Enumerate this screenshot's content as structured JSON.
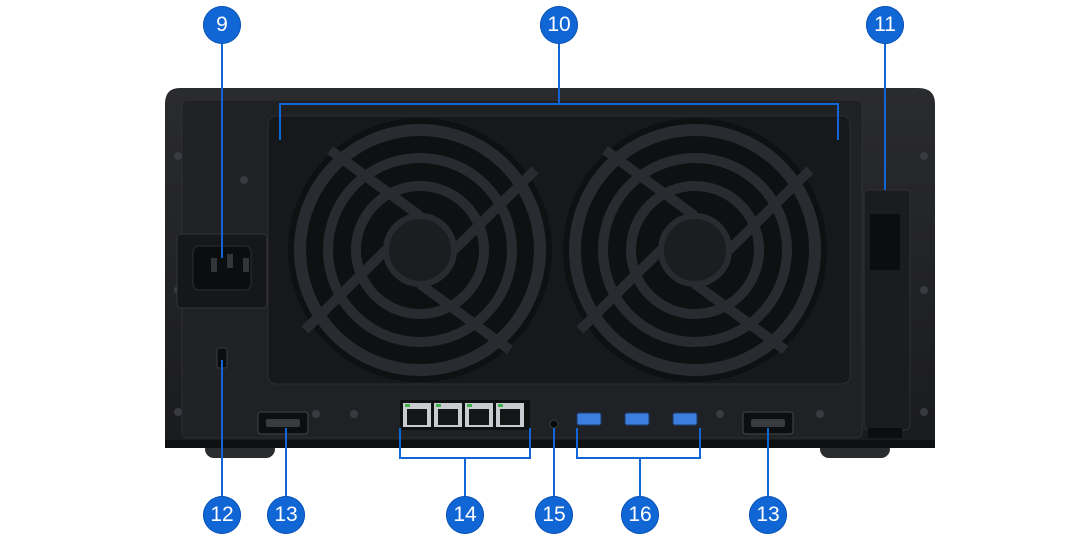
{
  "figure": {
    "subject": "rear-panel-of-nas-device",
    "callouts": [
      {
        "key": "power_port",
        "label": "9"
      },
      {
        "key": "fans",
        "label": "10"
      },
      {
        "key": "expansion_slot_bracket",
        "label": "11"
      },
      {
        "key": "kensington_slot",
        "label": "12"
      },
      {
        "key": "expansion_port_left",
        "label": "13"
      },
      {
        "key": "lan_ports",
        "label": "14"
      },
      {
        "key": "reset_button",
        "label": "15"
      },
      {
        "key": "usb_ports",
        "label": "16"
      },
      {
        "key": "expansion_port_right",
        "label": "13"
      }
    ]
  },
  "colors": {
    "callout": "#1166d6",
    "chassis": "#1e1f22",
    "fan_grill": "#101113",
    "usb_blue": "#3d7fe0",
    "lan_led_green": "#3fb34a"
  }
}
